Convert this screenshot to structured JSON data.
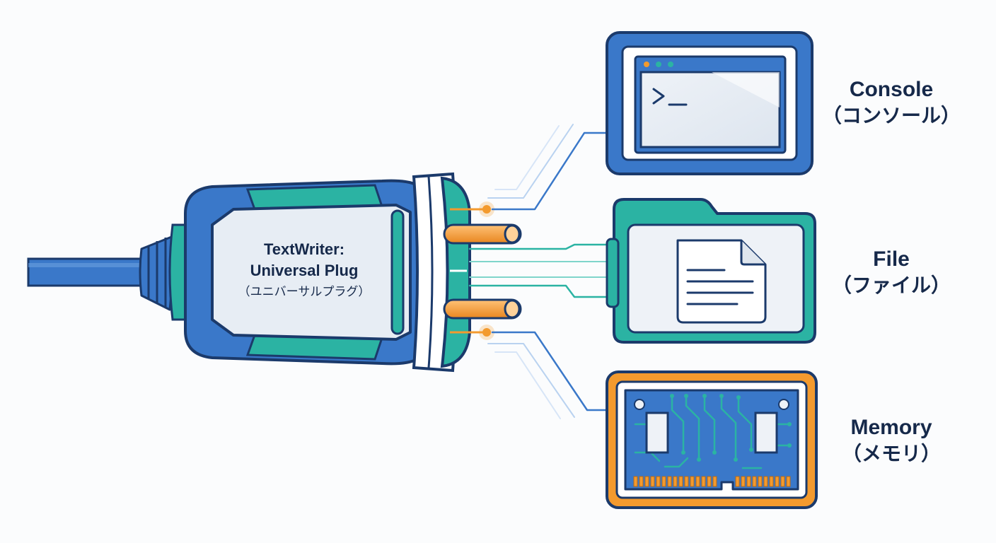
{
  "plug": {
    "title_line1": "TextWriter:",
    "title_line2": "Universal Plug",
    "subtitle": "（ユニバーサルプラグ）"
  },
  "targets": [
    {
      "name": "Console",
      "name_jp": "（コンソール）",
      "icon": "console-terminal-icon",
      "color": "#3a78c9"
    },
    {
      "name": "File",
      "name_jp": "（ファイル）",
      "icon": "file-folder-icon",
      "color": "#2bb3a3"
    },
    {
      "name": "Memory",
      "name_jp": "（メモリ）",
      "icon": "memory-chip-icon",
      "color": "#f39a2e"
    }
  ],
  "colors": {
    "navy": "#1b3a6b",
    "blue": "#3a78c9",
    "teal": "#2bb3a3",
    "orange": "#f39a2e",
    "body_light": "#e7edf4"
  }
}
